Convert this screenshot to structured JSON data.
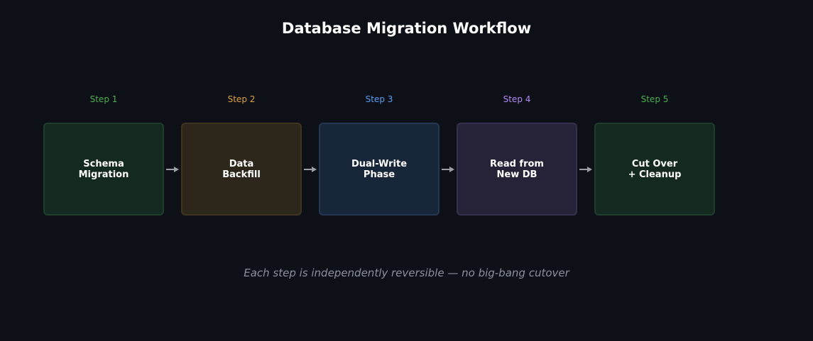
{
  "title": "Database Migration Workflow",
  "steps": [
    {
      "label": "Step 1",
      "text": "Schema\nMigration",
      "accent": "#4caf50",
      "fill": "#142a20",
      "border": "#1f3d2b"
    },
    {
      "label": "Step 2",
      "text": "Data\nBackfill",
      "accent": "#e0a040",
      "fill": "#2d261b",
      "border": "#3f3420"
    },
    {
      "label": "Step 3",
      "text": "Dual-Write\nPhase",
      "accent": "#5a9ef0",
      "fill": "#18263a",
      "border": "#233752"
    },
    {
      "label": "Step 4",
      "text": "Read from\nNew DB",
      "accent": "#b388f5",
      "fill": "#262338",
      "border": "#35304e"
    },
    {
      "label": "Step 5",
      "text": "Cut Over\n+ Cleanup",
      "accent": "#4caf50",
      "fill": "#142a20",
      "border": "#1f3d2b"
    }
  ],
  "arrow_color": "#9aa0a6",
  "caption": "Each step is independently reversible — no big-bang cutover"
}
